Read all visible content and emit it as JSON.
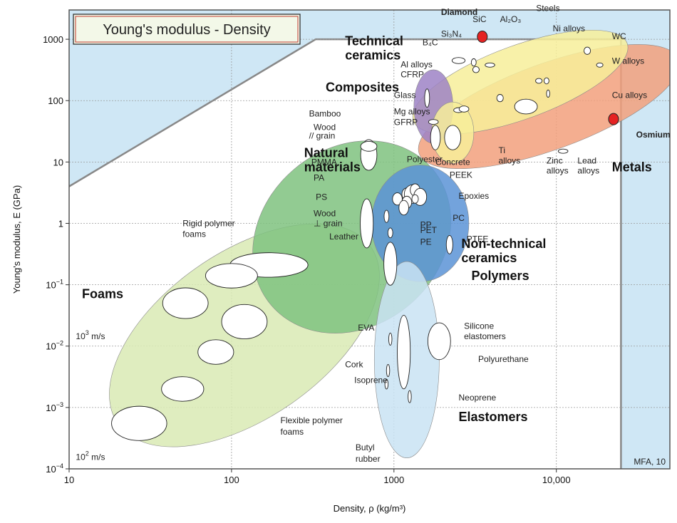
{
  "chart_data": {
    "type": "scatter",
    "title": "Young's modulus - Density",
    "xlabel": "Density, ρ (kg/m³)",
    "ylabel": "Young's modulus, E (GPa)",
    "x_scale": "log",
    "y_scale": "log",
    "xlim": [
      10,
      50000
    ],
    "ylim": [
      0.0001,
      3000
    ],
    "grid": true,
    "x_ticks": [
      {
        "value": 10,
        "label": "10"
      },
      {
        "value": 100,
        "label": "100"
      },
      {
        "value": 1000,
        "label": "1000"
      },
      {
        "value": 10000,
        "label": "10,000"
      }
    ],
    "y_ticks": [
      {
        "value": 0.0001,
        "base": "10",
        "exp": "−4"
      },
      {
        "value": 0.001,
        "base": "10",
        "exp": "−3"
      },
      {
        "value": 0.01,
        "base": "10",
        "exp": "−2"
      },
      {
        "value": 0.1,
        "base": "10",
        "exp": "−1"
      },
      {
        "value": 1,
        "base": "1",
        "exp": ""
      },
      {
        "value": 10,
        "base": "10",
        "exp": ""
      },
      {
        "value": 100,
        "base": "100",
        "exp": ""
      },
      {
        "value": 1000,
        "base": "1000",
        "exp": ""
      }
    ],
    "wave_speed_labels": [
      {
        "base": "10",
        "exp": "3",
        "unit": " m/s",
        "x": 11,
        "y": 0.013
      },
      {
        "base": "10",
        "exp": "2",
        "unit": " m/s",
        "x": 11,
        "y": 0.00014
      }
    ],
    "credit": "MFA, 10",
    "families": [
      {
        "name": "Foams",
        "color": "#d9eab4",
        "x": 120,
        "y": 0.015,
        "rx_dec": 0.95,
        "ry_dec": 1.35,
        "rot": -35
      },
      {
        "name": "Natural materials",
        "color": "#7fc27f",
        "x": 550,
        "y": 0.6,
        "rx_dec": 0.65,
        "ry_dec": 1.45,
        "rot": -40
      },
      {
        "name": "Polymers",
        "color": "#5b93d6",
        "x": 1450,
        "y": 1.0,
        "rx_dec": 0.3,
        "ry_dec": 0.95,
        "rot": 0
      },
      {
        "name": "Elastomers",
        "color": "#c9e3f3",
        "x": 1200,
        "y": 0.006,
        "rx_dec": 0.2,
        "ry_dec": 1.6,
        "rot": 0
      },
      {
        "name": "Metals",
        "color": "#f2a07c",
        "x": 9000,
        "y": 80,
        "rx_dec": 0.85,
        "ry_dec": 0.7,
        "rot": -20
      },
      {
        "name": "Technical ceramics",
        "color": "#f7ee9a",
        "x": 6000,
        "y": 200,
        "rx_dec": 0.7,
        "ry_dec": 0.6,
        "rot": -20
      },
      {
        "name": "Composites",
        "color": "#9e82c6",
        "x": 1750,
        "y": 80,
        "rx_dec": 0.12,
        "ry_dec": 0.6,
        "rot": 0
      },
      {
        "name": "Non-technical ceramics",
        "color": "#f7ee9a",
        "x": 2300,
        "y": 30,
        "rx_dec": 0.13,
        "ry_dec": 0.5,
        "rot": 0
      }
    ],
    "family_labels": [
      {
        "name": "Technical\nceramics",
        "x": 500,
        "y": 800
      },
      {
        "name": "Composites",
        "x": 380,
        "y": 140
      },
      {
        "name": "Natural\nmaterials",
        "x": 280,
        "y": 12
      },
      {
        "name": "Non-technical\nceramics",
        "x": 2600,
        "y": 0.4
      },
      {
        "name": "Polymers",
        "x": 3000,
        "y": 0.12
      },
      {
        "name": "Metals",
        "x": 22000,
        "y": 7
      },
      {
        "name": "Foams",
        "x": 12,
        "y": 0.06
      },
      {
        "name": "Elastomers",
        "x": 2500,
        "y": 0.0006
      }
    ],
    "materials": [
      {
        "name": "Rigid polymer foams",
        "x": 170,
        "y": 0.21,
        "w_dec": 0.24,
        "h_dec": 0.2
      },
      {
        "name": "Rigid polymer foams",
        "x": 100,
        "y": 0.14,
        "w_dec": 0.16,
        "h_dec": 0.2
      },
      {
        "name": "Rigid polymer foams",
        "x": 52,
        "y": 0.05,
        "w_dec": 0.14,
        "h_dec": 0.25
      },
      {
        "name": "Cork",
        "x": 120,
        "y": 0.025,
        "w_dec": 0.14,
        "h_dec": 0.28
      },
      {
        "name": "Flexible polymer foams",
        "x": 80,
        "y": 0.008,
        "w_dec": 0.11,
        "h_dec": 0.2
      },
      {
        "name": "Flexible polymer foams",
        "x": 50,
        "y": 0.002,
        "w_dec": 0.13,
        "h_dec": 0.2
      },
      {
        "name": "Flexible polymer foams",
        "x": 27,
        "y": 0.00055,
        "w_dec": 0.17,
        "h_dec": 0.28
      },
      {
        "name": "Bamboo",
        "x": 700,
        "y": 13,
        "w_dec": 0.05,
        "h_dec": 0.25
      },
      {
        "name": "Wood // grain",
        "x": 700,
        "y": 18,
        "w_dec": 0.05,
        "h_dec": 0.08
      },
      {
        "name": "Wood ⊥ grain",
        "x": 680,
        "y": 1.0,
        "w_dec": 0.04,
        "h_dec": 0.4
      },
      {
        "name": "Leather",
        "x": 950,
        "y": 0.22,
        "w_dec": 0.04,
        "h_dec": 0.35
      },
      {
        "name": "PMMA",
        "x": 1200,
        "y": 3.0,
        "w_dec": 0.03,
        "h_dec": 0.1
      },
      {
        "name": "Polyester",
        "x": 1300,
        "y": 3.0,
        "w_dec": 0.05,
        "h_dec": 0.15
      },
      {
        "name": "PEEK",
        "x": 1350,
        "y": 3.5,
        "w_dec": 0.03,
        "h_dec": 0.1
      },
      {
        "name": "Epoxies",
        "x": 1450,
        "y": 2.7,
        "w_dec": 0.04,
        "h_dec": 0.14
      },
      {
        "name": "PC",
        "x": 1200,
        "y": 2.2,
        "w_dec": 0.03,
        "h_dec": 0.1
      },
      {
        "name": "PS",
        "x": 1050,
        "y": 2.5,
        "w_dec": 0.03,
        "h_dec": 0.1
      },
      {
        "name": "PA",
        "x": 1150,
        "y": 1.8,
        "w_dec": 0.03,
        "h_dec": 0.12
      },
      {
        "name": "PP",
        "x": 900,
        "y": 1.3,
        "w_dec": 0.015,
        "h_dec": 0.1
      },
      {
        "name": "PE",
        "x": 950,
        "y": 0.7,
        "w_dec": 0.015,
        "h_dec": 0.08
      },
      {
        "name": "PET",
        "x": 1350,
        "y": 2.5,
        "w_dec": 0.02,
        "h_dec": 0.07
      },
      {
        "name": "PTFE",
        "x": 2200,
        "y": 0.45,
        "w_dec": 0.02,
        "h_dec": 0.15
      },
      {
        "name": "EVA",
        "x": 950,
        "y": 0.013,
        "w_dec": 0.01,
        "h_dec": 0.1
      },
      {
        "name": "Silicone elastomers",
        "x": 1900,
        "y": 0.012,
        "w_dec": 0.07,
        "h_dec": 0.3
      },
      {
        "name": "Polyurethane",
        "x": 1150,
        "y": 0.008,
        "w_dec": 0.04,
        "h_dec": 0.6
      },
      {
        "name": "Isoprene",
        "x": 920,
        "y": 0.004,
        "w_dec": 0.01,
        "h_dec": 0.1
      },
      {
        "name": "Neoprene",
        "x": 1250,
        "y": 0.0015,
        "w_dec": 0.01,
        "h_dec": 0.1
      },
      {
        "name": "Butyl rubber",
        "x": 900,
        "y": 0.0024,
        "w_dec": 0.01,
        "h_dec": 0.08
      },
      {
        "name": "GFRP",
        "x": 1800,
        "y": 25,
        "w_dec": 0.03,
        "h_dec": 0.2
      },
      {
        "name": "CFRP",
        "x": 1600,
        "y": 110,
        "w_dec": 0.015,
        "h_dec": 0.15
      },
      {
        "name": "Glass",
        "x": 2500,
        "y": 70,
        "w_dec": 0.03,
        "h_dec": 0.04
      },
      {
        "name": "Concrete",
        "x": 2300,
        "y": 25,
        "w_dec": 0.05,
        "h_dec": 0.2
      },
      {
        "name": "Mg alloys",
        "x": 1750,
        "y": 45,
        "w_dec": 0.03,
        "h_dec": 0.04
      },
      {
        "name": "Al alloys",
        "x": 2700,
        "y": 73,
        "w_dec": 0.03,
        "h_dec": 0.05
      },
      {
        "name": "Ti alloys",
        "x": 4500,
        "y": 110,
        "w_dec": 0.02,
        "h_dec": 0.06
      },
      {
        "name": "Zinc alloys",
        "x": 6500,
        "y": 80,
        "w_dec": 0.07,
        "h_dec": 0.12
      },
      {
        "name": "Steels",
        "x": 7800,
        "y": 210,
        "w_dec": 0.02,
        "h_dec": 0.04
      },
      {
        "name": "Ni alloys",
        "x": 8700,
        "y": 210,
        "w_dec": 0.015,
        "h_dec": 0.05
      },
      {
        "name": "Cu alloys",
        "x": 8900,
        "y": 130,
        "w_dec": 0.01,
        "h_dec": 0.06
      },
      {
        "name": "Lead alloys",
        "x": 11000,
        "y": 15,
        "w_dec": 0.03,
        "h_dec": 0.03
      },
      {
        "name": "WC",
        "x": 15500,
        "y": 650,
        "w_dec": 0.02,
        "h_dec": 0.06
      },
      {
        "name": "W alloys",
        "x": 18500,
        "y": 380,
        "w_dec": 0.02,
        "h_dec": 0.03
      },
      {
        "name": "B4C",
        "x": 2500,
        "y": 450,
        "w_dec": 0.04,
        "h_dec": 0.05
      },
      {
        "name": "Si3N4",
        "x": 3200,
        "y": 320,
        "w_dec": 0.02,
        "h_dec": 0.05
      },
      {
        "name": "SiC",
        "x": 3100,
        "y": 420,
        "w_dec": 0.015,
        "h_dec": 0.06
      },
      {
        "name": "Al2O3",
        "x": 3900,
        "y": 380,
        "w_dec": 0.03,
        "h_dec": 0.03
      }
    ],
    "highlighted": [
      {
        "name": "Diamond",
        "x": 3500,
        "y": 1100,
        "color": "#e52222"
      },
      {
        "name": "Osmium",
        "x": 22500,
        "y": 50,
        "color": "#e52222"
      }
    ],
    "labels": [
      {
        "text": "Diamond",
        "x": 1950,
        "y": 2500,
        "bold": true
      },
      {
        "text": "SiC",
        "x": 3050,
        "y": 1900
      },
      {
        "text": "Al₂O₃",
        "x": 4500,
        "y": 1900
      },
      {
        "text": "Steels",
        "x": 7500,
        "y": 2900
      },
      {
        "text": "Si₃N₄",
        "x": 1950,
        "y": 1100
      },
      {
        "text": "B₄C",
        "x": 1500,
        "y": 800
      },
      {
        "text": "Ni alloys",
        "x": 9500,
        "y": 1350
      },
      {
        "text": "WC",
        "x": 22000,
        "y": 1000
      },
      {
        "text": "W alloys",
        "x": 22000,
        "y": 400
      },
      {
        "text": "Al alloys",
        "x": 1100,
        "y": 350
      },
      {
        "text": "CFRP",
        "x": 1100,
        "y": 240
      },
      {
        "text": "Cu alloys",
        "x": 22000,
        "y": 110
      },
      {
        "text": "Glass",
        "x": 1000,
        "y": 110
      },
      {
        "text": "Mg alloys",
        "x": 1000,
        "y": 60
      },
      {
        "text": "GFRP",
        "x": 1000,
        "y": 40
      },
      {
        "text": "Bamboo",
        "x": 300,
        "y": 55
      },
      {
        "text": "Wood",
        "x": 320,
        "y": 33
      },
      {
        "text": "// grain",
        "x": 300,
        "y": 24
      },
      {
        "text": "PMMA",
        "x": 310,
        "y": 9
      },
      {
        "text": "PA",
        "x": 320,
        "y": 5
      },
      {
        "text": "PS",
        "x": 330,
        "y": 2.4
      },
      {
        "text": "Wood",
        "x": 320,
        "y": 1.3
      },
      {
        "text": "⊥ grain",
        "x": 320,
        "y": 0.9
      },
      {
        "text": "Leather",
        "x": 400,
        "y": 0.55
      },
      {
        "text": "Polyester",
        "x": 1200,
        "y": 10
      },
      {
        "text": "Concrete",
        "x": 1800,
        "y": 9
      },
      {
        "text": "PEEK",
        "x": 2200,
        "y": 5.5
      },
      {
        "text": "Epoxies",
        "x": 2500,
        "y": 2.5
      },
      {
        "text": "PC",
        "x": 2300,
        "y": 1.1
      },
      {
        "text": "PP",
        "x": 1450,
        "y": 0.85
      },
      {
        "text": "PET",
        "x": 1450,
        "y": 0.7
      },
      {
        "text": "PE",
        "x": 1450,
        "y": 0.45
      },
      {
        "text": "PTFE",
        "x": 2800,
        "y": 0.5
      },
      {
        "text": "Ti",
        "x": 4400,
        "y": 14
      },
      {
        "text": "alloys",
        "x": 4400,
        "y": 9.5
      },
      {
        "text": "Zinc",
        "x": 8700,
        "y": 9.5
      },
      {
        "text": "alloys",
        "x": 8700,
        "y": 6.5
      },
      {
        "text": "Lead",
        "x": 13500,
        "y": 9.5
      },
      {
        "text": "alloys",
        "x": 13500,
        "y": 6.5
      },
      {
        "text": "Osmium",
        "x": 31000,
        "y": 25,
        "bold": true
      },
      {
        "text": "Rigid polymer",
        "x": 50,
        "y": 0.9
      },
      {
        "text": "foams",
        "x": 50,
        "y": 0.6
      },
      {
        "text": "Cork",
        "x": 500,
        "y": 0.0045
      },
      {
        "text": "Flexible polymer",
        "x": 200,
        "y": 0.00055
      },
      {
        "text": "foams",
        "x": 200,
        "y": 0.00036
      },
      {
        "text": "EVA",
        "x": 600,
        "y": 0.018
      },
      {
        "text": "Silicone",
        "x": 2700,
        "y": 0.019
      },
      {
        "text": "elastomers",
        "x": 2700,
        "y": 0.013
      },
      {
        "text": "Polyurethane",
        "x": 3300,
        "y": 0.0055
      },
      {
        "text": "Isoprene",
        "x": 570,
        "y": 0.0025
      },
      {
        "text": "Neoprene",
        "x": 2500,
        "y": 0.0013
      },
      {
        "text": "Butyl",
        "x": 580,
        "y": 0.0002
      },
      {
        "text": "rubber",
        "x": 580,
        "y": 0.00013
      }
    ]
  }
}
